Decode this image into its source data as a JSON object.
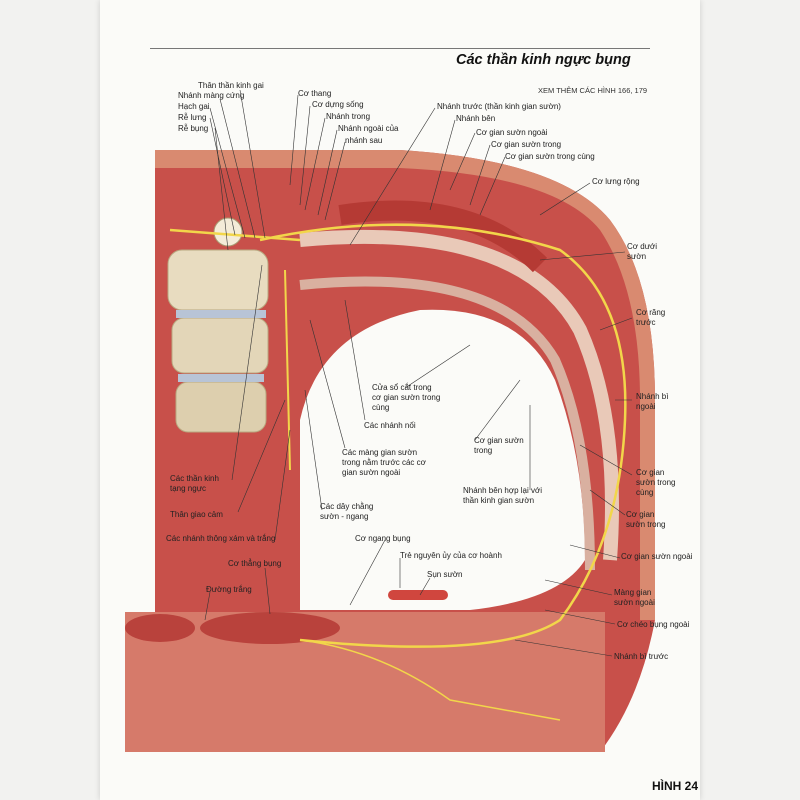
{
  "header": {
    "title": "Các thần kinh ngực bụng",
    "see_also": "XEM THÊM CÁC HÌNH 166, 179"
  },
  "labels": {
    "than_than_kinh_gai": "Thân thần kinh gai",
    "nhanh_mang_cung": "Nhánh màng cứng",
    "hach_gai": "Hạch gai",
    "re_lung": "Rễ lưng",
    "re_bung": "Rễ bụng",
    "co_thang": "Cơ thang",
    "co_dung_song": "Cơ dựng sống",
    "nhanh_trong": "Nhánh trong",
    "nhanh_ngoai_cua": "Nhánh ngoài của",
    "nhanh_sau": "nhánh sau",
    "nhanh_truoc": "Nhánh trước (thần kinh gian sườn)",
    "nhanh_ben": "Nhánh bên",
    "co_gian_suon_ngoai_top": "Cơ gian sườn ngoài",
    "co_gian_suon_trong_top": "Cơ gian sườn trong",
    "co_gian_suon_trong_cung_top": "Cơ gian sườn trong cùng",
    "co_lung_rong": "Cơ lưng rộng",
    "co_duoi_suon": "Cơ dưới sườn",
    "co_rang_truoc": "Cơ răng trước",
    "nhanh_bi_ngoai": "Nhánh bì ngoài",
    "cua_so_cat": "Cửa sổ cắt trong cơ gian sườn trong cùng",
    "cac_nhanh_noi": "Các nhánh nối",
    "co_gian_suon_trong_mid": "Cơ gian sườn trong",
    "cac_than_kinh_tang_nguc": "Các thần kinh tạng ngực",
    "cac_mang_gian_suon": "Các màng gian sườn trong nằm trước các cơ gian sườn ngoài",
    "nhanh_ben_hop_lai": "Nhánh bên hợp lại với thần kinh gian sườn",
    "co_gian_suon_trong_cung_right": "Cơ gian sườn trong cùng",
    "than_giao_cam": "Thân giao cảm",
    "cac_day_chang": "Các dây chằng sườn - ngang",
    "co_gian_suon_trong_right": "Cơ gian sườn trong",
    "cac_nhanh_thong": "Các nhánh thông xám và trắng",
    "co_ngang_bung": "Cơ ngang bụng",
    "co_thang_bung": "Cơ thẳng bụng",
    "tre_nguyen_uy": "Trẻ nguyên ủy của cơ hoành",
    "co_gian_suon_ngoai_right": "Cơ gian sườn ngoài",
    "duong_trang": "Đường trắng",
    "sun_suon": "Sụn sườn",
    "mang_gian_suon_ngoai": "Màng gian sườn ngoài",
    "co_cheo_bung_ngoai": "Cơ chéo bụng ngoài",
    "nhanh_bi_truoc": "Nhánh bì trước"
  },
  "figure_number": "HÌNH 24",
  "colors": {
    "muscle": "#c8504a",
    "muscle_dark": "#a8332e",
    "bone": "#e8dcc0",
    "nerve": "#f2d64a",
    "page": "#fbfbf8"
  }
}
